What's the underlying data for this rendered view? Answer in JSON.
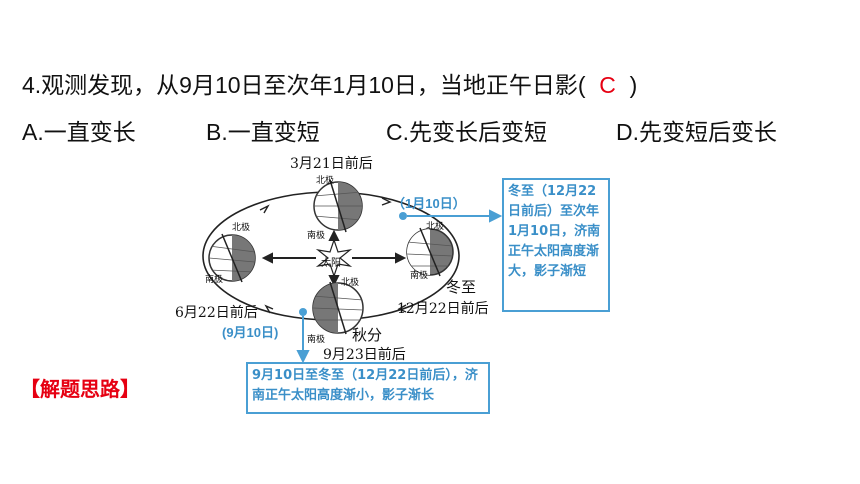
{
  "question": {
    "text_before": "4.观测发现，从9月10日至次年1月10日，当地正午日影(",
    "answer": "C",
    "text_after": ")"
  },
  "options": [
    {
      "label": "A.一直变长"
    },
    {
      "label": "B.一直变短"
    },
    {
      "label": "C.先变长后变短"
    },
    {
      "label": "D.先变短后变长"
    }
  ],
  "diagram": {
    "date_mar": "3月21日前后",
    "date_jun": "6月22日前后",
    "date_sep": "9月23日前后",
    "date_dec": "12月22日前后",
    "season_winter": "冬至",
    "season_autumn": "秋分",
    "sun_label": "太阳",
    "north_pole": "北极",
    "south_pole": "南极",
    "tag_jan10": "（1月10日）",
    "tag_sep10": "(9月10日)",
    "box_right": "冬至（12月22日前后）至次年1月10日，济南正午太阳高度渐大，影子渐短",
    "box_bottom": "9月10日至冬至（12月22日前后），济南正午太阳高度渐小，影子渐长"
  },
  "solution_title": "【解题思路】",
  "colors": {
    "accent_red": "#e60012",
    "hint_blue": "#3a8fc8"
  }
}
